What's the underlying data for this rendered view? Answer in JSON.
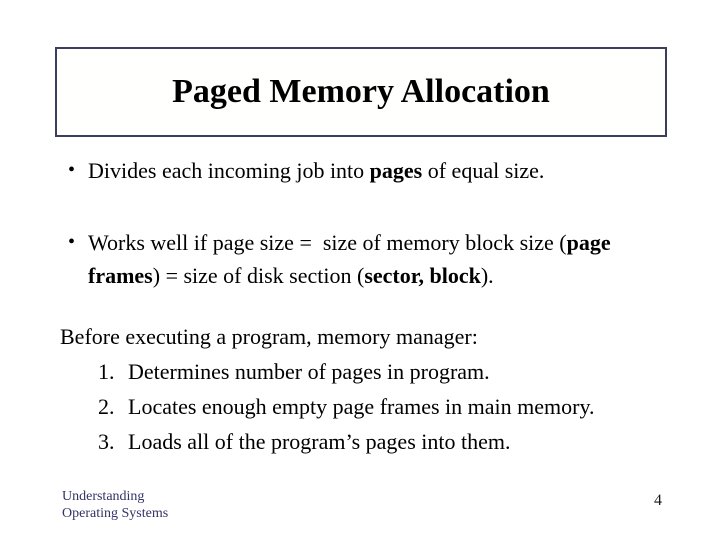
{
  "slide": {
    "title": "Paged Memory Allocation",
    "bullet_glyph": "•",
    "bullet1": {
      "p0": "Divides each incoming job into ",
      "b1": "pages",
      "p2": " of equal size."
    },
    "bullet2": {
      "p0": "Works well if page size =  size of memory block size (",
      "b1": "page frames",
      "p2": ") = size of disk section (",
      "b3": "sector, block",
      "p4": ")."
    },
    "intro": "Before executing a program, memory manager:",
    "items": [
      {
        "num": "1.",
        "text": "Determines number of pages in program."
      },
      {
        "num": "2.",
        "text": "Locates enough empty page frames in main memory."
      },
      {
        "num": "3.",
        "text": "Loads all of the program’s pages into them."
      }
    ]
  },
  "footer": {
    "left_line1": "Understanding",
    "left_line2": "Operating Systems",
    "page_number": "4"
  },
  "colors": {
    "title_border": "#3c3c5c",
    "footer_text": "#333366",
    "body_text": "#000000",
    "background": "#ffffff"
  }
}
